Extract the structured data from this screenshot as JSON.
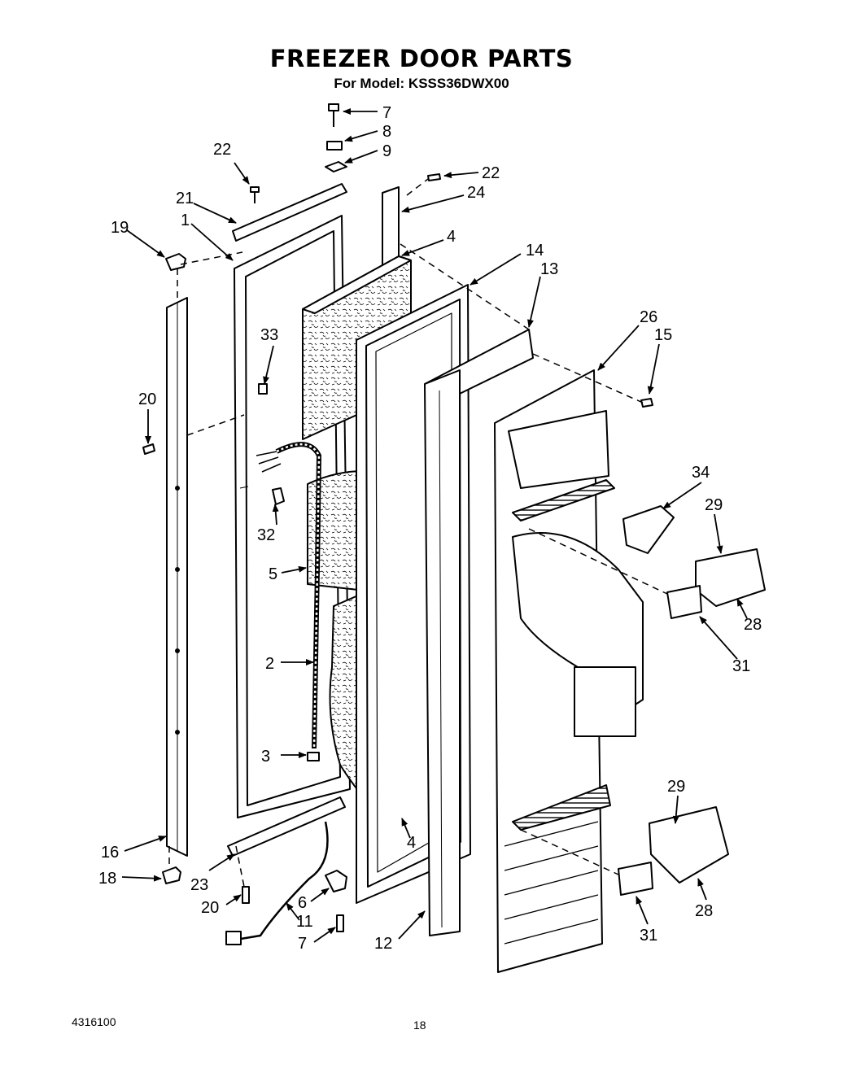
{
  "title": "FREEZER DOOR PARTS",
  "subtitle": "For Model: KSSS36DWX00",
  "footer": {
    "doc_number": "4316100",
    "page_number": "18"
  },
  "labels": {
    "p1": "1",
    "p2": "2",
    "p3": "3",
    "p4a": "4",
    "p4b": "4",
    "p5": "5",
    "p6": "6",
    "p7a": "7",
    "p7b": "7",
    "p8": "8",
    "p9": "9",
    "p11": "11",
    "p12": "12",
    "p13": "13",
    "p14": "14",
    "p15": "15",
    "p16": "16",
    "p18": "18",
    "p19": "19",
    "p20a": "20",
    "p20b": "20",
    "p21": "21",
    "p22a": "22",
    "p22b": "22",
    "p23": "23",
    "p24": "24",
    "p26": "26",
    "p28a": "28",
    "p28b": "28",
    "p29a": "29",
    "p29b": "29",
    "p31a": "31",
    "p31b": "31",
    "p32": "32",
    "p33": "33",
    "p34": "34"
  }
}
